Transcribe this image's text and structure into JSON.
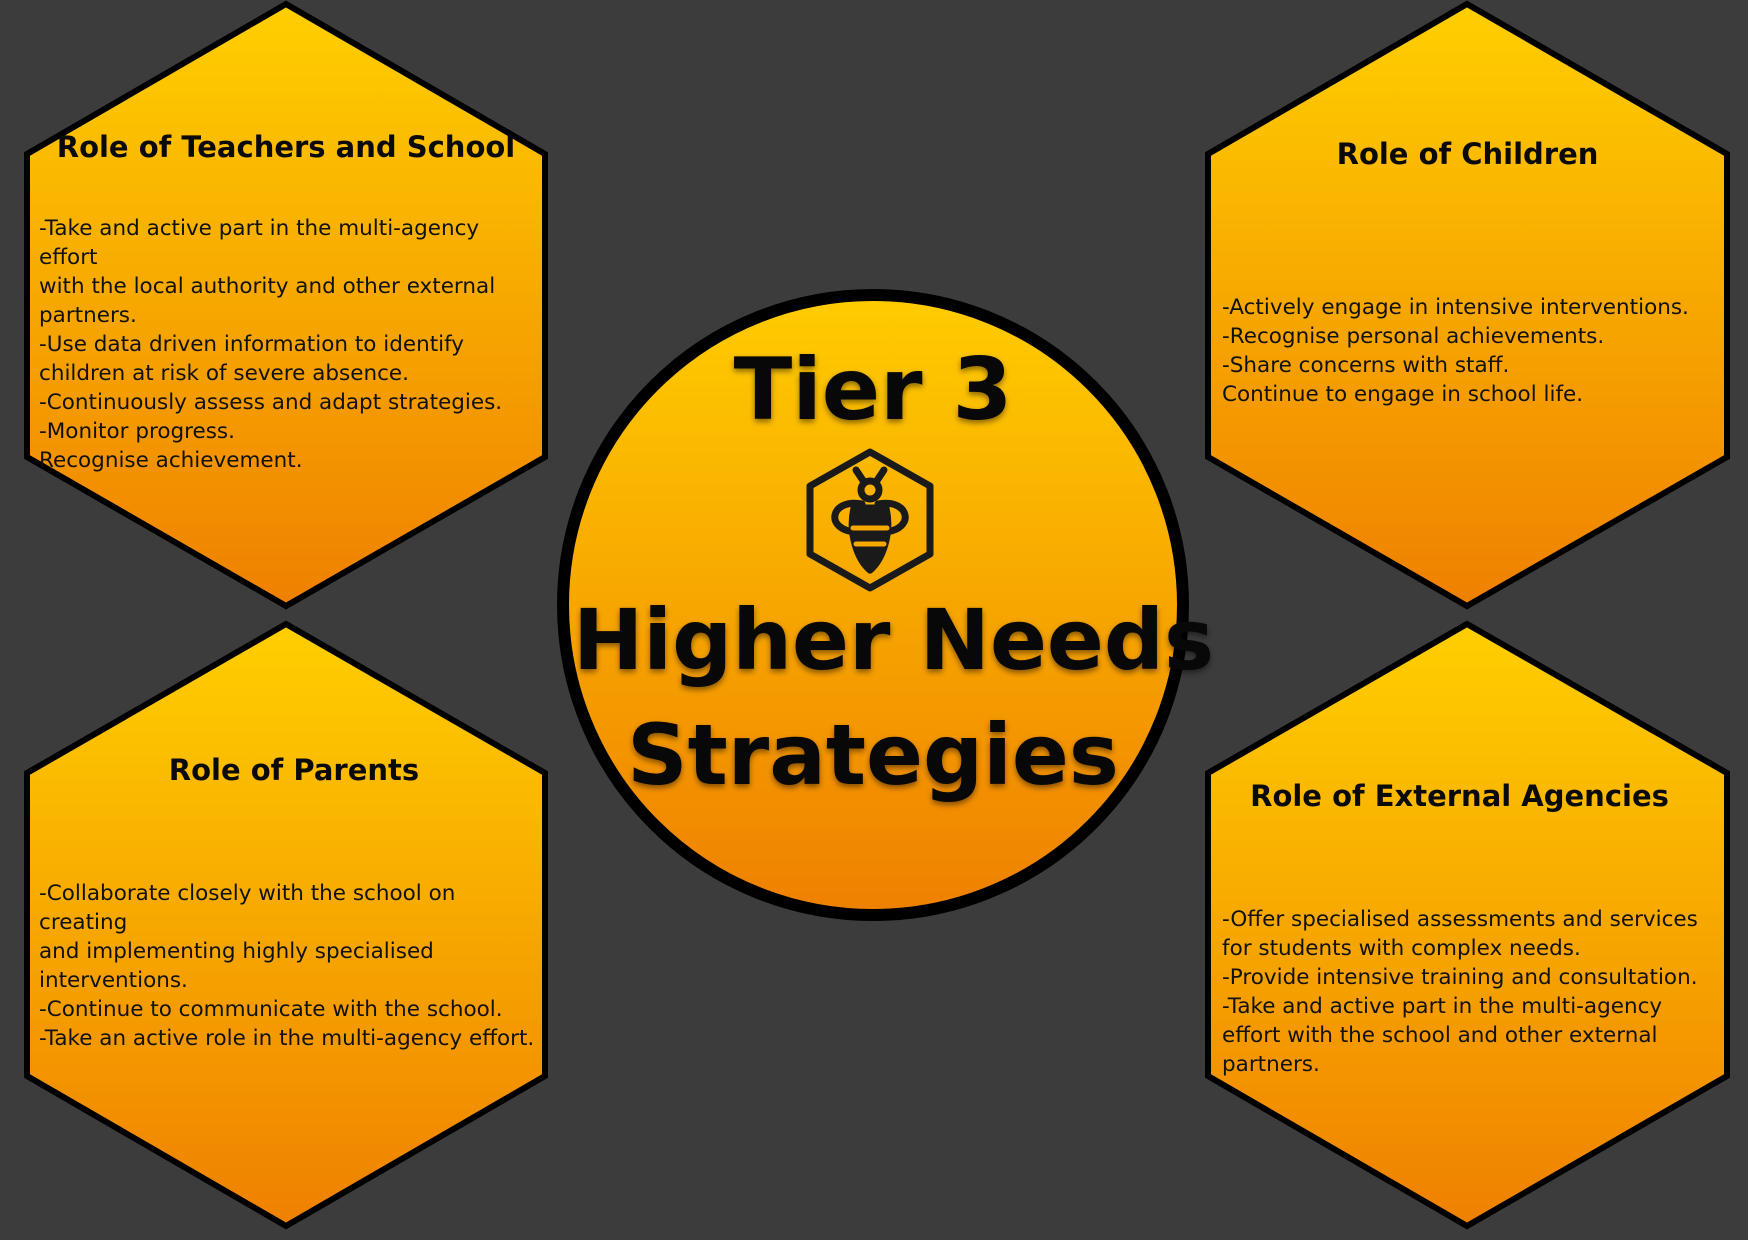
{
  "center": {
    "line1": "Tier 3",
    "line2": "Higher Needs",
    "line3": "Strategies",
    "icon": "bee-hexagon-icon"
  },
  "hexagons": {
    "teachers": {
      "title": "Role of Teachers and School",
      "lines": [
        "-Take and active part in the multi-agency effort",
        "with the local authority and other external",
        "partners.",
        "-Use data driven information to identify",
        "children at risk of severe absence.",
        "-Continuously assess and adapt strategies.",
        "-Monitor progress.",
        "Recognise achievement."
      ]
    },
    "children": {
      "title": "Role of Children",
      "lines": [
        "-Actively engage in intensive interventions.",
        "-Recognise personal achievements.",
        "-Share concerns with staff.",
        "Continue to engage in school life."
      ]
    },
    "parents": {
      "title": "Role of Parents",
      "lines": [
        "-Collaborate closely with the school on creating",
        "and implementing highly specialised",
        "interventions.",
        "-Continue to communicate with the school.",
        "-Take an active role in the multi-agency effort."
      ]
    },
    "agencies": {
      "title": "Role of External Agencies",
      "lines": [
        "-Offer specialised assessments and services",
        "for students with complex needs.",
        "-Provide intensive training and consultation.",
        "-Take and active part in the multi-agency",
        "effort with the school and other external",
        "partners."
      ]
    }
  },
  "colors": {
    "background": "#3c3c3c",
    "gradient_top": "#ffcc00",
    "gradient_bottom": "#f08200",
    "outline": "#000000"
  }
}
